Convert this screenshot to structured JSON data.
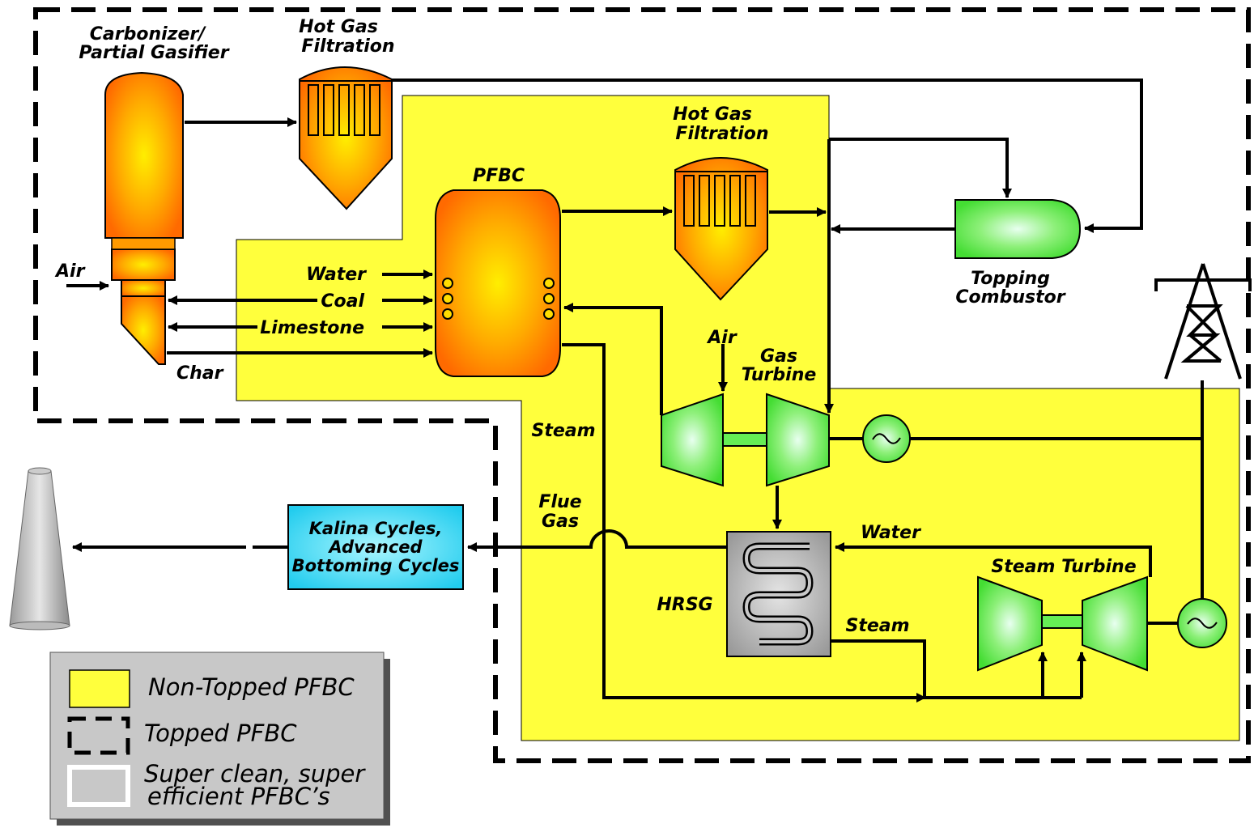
{
  "labels": {
    "carbonizer_line1": "Carbonizer/",
    "carbonizer_line2": "Partial Gasifier",
    "hgf1_line1": "Hot Gas",
    "hgf1_line2": "Filtration",
    "hgf2_line1": "Hot Gas",
    "hgf2_line2": "Filtration",
    "pfbc": "PFBC",
    "topping_line1": "Topping",
    "topping_line2": "Combustor",
    "air_left": "Air",
    "water_in": "Water",
    "coal_in": "Coal",
    "limestone_in": "Limestone",
    "char": "Char",
    "air_gt": "Air",
    "gas_turbine_line1": "Gas",
    "gas_turbine_line2": "Turbine",
    "steam_left": "Steam",
    "flue_gas_line1": "Flue",
    "flue_gas_line2": "Gas",
    "water_hrsg": "Water",
    "steam_turbine": "Steam Turbine",
    "hrsg": "HRSG",
    "steam_hrsg": "Steam",
    "kalina_line1": "Kalina Cycles,",
    "kalina_line2": "Advanced",
    "kalina_line3": "Bottoming Cycles"
  },
  "legend": {
    "items": [
      {
        "label": "Non-Topped PFBC",
        "swatch": "yellow-fill"
      },
      {
        "label": "Topped PFBC",
        "swatch": "dashed-outline"
      },
      {
        "label_line1": "Super clean, super",
        "label_line2": "efficient PFBC’s",
        "swatch": "white-outline"
      }
    ]
  },
  "colors": {
    "non_topped_region": "#ffff3c",
    "vessel_orange": "#ff7a00",
    "vessel_core": "#ffe000",
    "green_equipment": "#66ee55",
    "kalina_box": "#33ddee",
    "legend_bg": "#c8c8c8",
    "hrsg_gray": "#a8a8a8"
  }
}
